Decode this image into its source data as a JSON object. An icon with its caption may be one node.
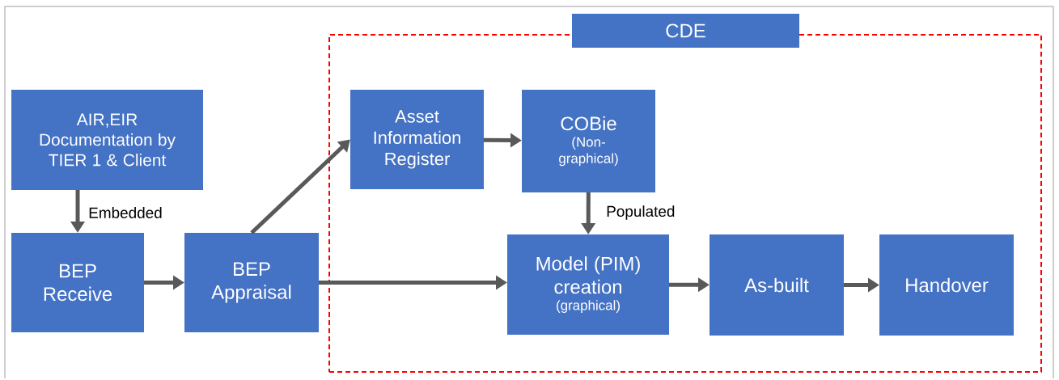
{
  "diagram": {
    "nodes": [
      {
        "text": [
          "CDE"
        ]
      },
      {
        "text": [
          "AIR,EIR Documentation by TIER 1 & Client"
        ]
      },
      {
        "text": [
          "BEP Receive"
        ]
      },
      {
        "text": [
          "BEP Appraisal"
        ]
      },
      {
        "text": [
          "Asset Information Register"
        ],
        "in": 0
      },
      {
        "text": [
          "COBie",
          "(Non- graphical)"
        ],
        "in": 0
      },
      {
        "text": [
          "Model (PIM) creation",
          "(graphical)"
        ],
        "in": 0
      },
      {
        "text": [
          "As-built"
        ],
        "in": 0
      },
      {
        "text": [
          "Handover"
        ],
        "in": 0
      }
    ],
    "edges": [
      {
        "from": 1,
        "to": 2,
        "arrow": "to",
        "label": "Embedded"
      },
      {
        "from": 2,
        "to": 3,
        "arrow": "to"
      },
      {
        "from": 3,
        "to": 4,
        "arrow": "to"
      },
      {
        "from": 3,
        "to": 6,
        "arrow": "to"
      },
      {
        "from": 4,
        "to": 5,
        "arrow": "to"
      },
      {
        "from": 5,
        "to": 6,
        "arrow": "to",
        "label": "Populated"
      },
      {
        "from": 6,
        "to": 7,
        "arrow": "to"
      },
      {
        "from": 7,
        "to": 8,
        "arrow": "to"
      }
    ]
  }
}
